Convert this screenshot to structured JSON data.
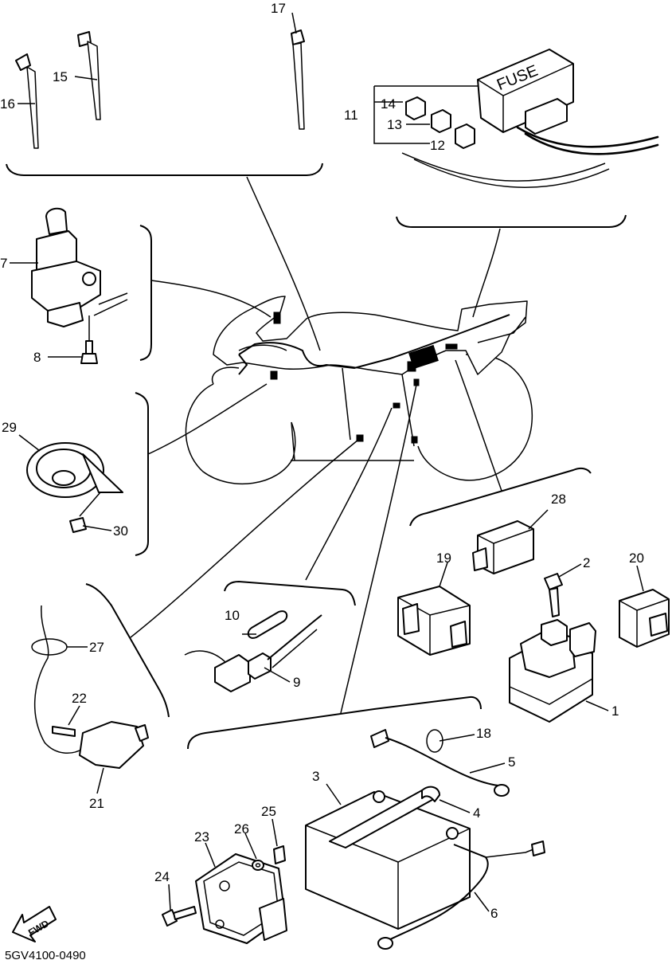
{
  "diagram": {
    "code": "5GV4100-0490",
    "fwd_label": "FWD",
    "fuse_label": "FUSE",
    "callouts": {
      "p1": "1",
      "p2": "2",
      "p3": "3",
      "p4": "4",
      "p5": "5",
      "p6": "6",
      "p7": "7",
      "p8": "8",
      "p9": "9",
      "p10": "10",
      "p11": "11",
      "p12": "12",
      "p13": "13",
      "p14": "14",
      "p15": "15",
      "p16": "16",
      "p17": "17",
      "p18": "18",
      "p19": "19",
      "p20": "20",
      "p21": "21",
      "p22": "22",
      "p23": "23",
      "p24": "24",
      "p25": "25",
      "p26": "26",
      "p27": "27",
      "p28": "28",
      "p29": "29",
      "p30": "30"
    }
  }
}
